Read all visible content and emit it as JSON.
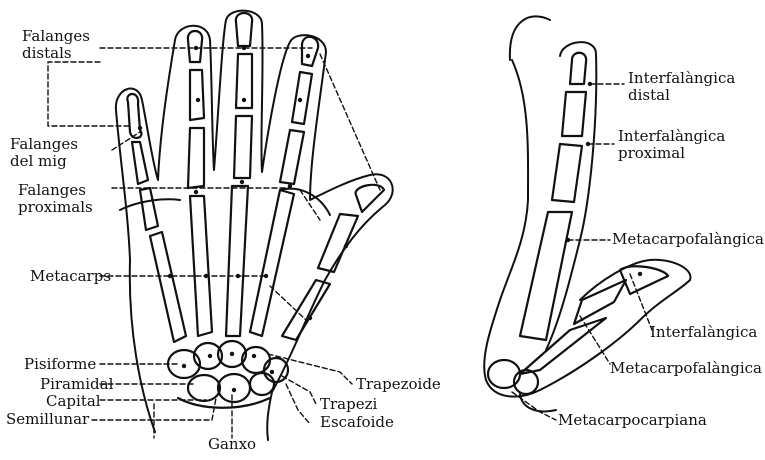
{
  "colors": {
    "ink": "#111111",
    "background": "#ffffff"
  },
  "left_view": {
    "labels": {
      "falanges_distals": "Falanges\ndistals",
      "falanges_del_mig": "Falanges\ndel mig",
      "falanges_proximals": "Falanges\nproximals",
      "metacarps": "Metacarps",
      "pisiforme": "Pisiforme",
      "piramidal": "Piramidal",
      "capital": "Capital",
      "semillunar": "Semillunar",
      "ganxo": "Ganxo",
      "trapezoide": "Trapezoide",
      "trapezi": "Trapezi",
      "escafoide": "Escafoide"
    }
  },
  "right_view": {
    "labels": {
      "interfalangica_distal": "Interfalàngica\ndistal",
      "interfalangica_proximal": "Interfalàngica\nproximal",
      "metacarpofalangica_1": "Metacarpofalàngica",
      "interfalangica": "Interfalàngica",
      "metacarpofalangica_2": "Metacarpofalàngica",
      "metacarpocarpiana": "Metacarpocarpiana"
    }
  }
}
